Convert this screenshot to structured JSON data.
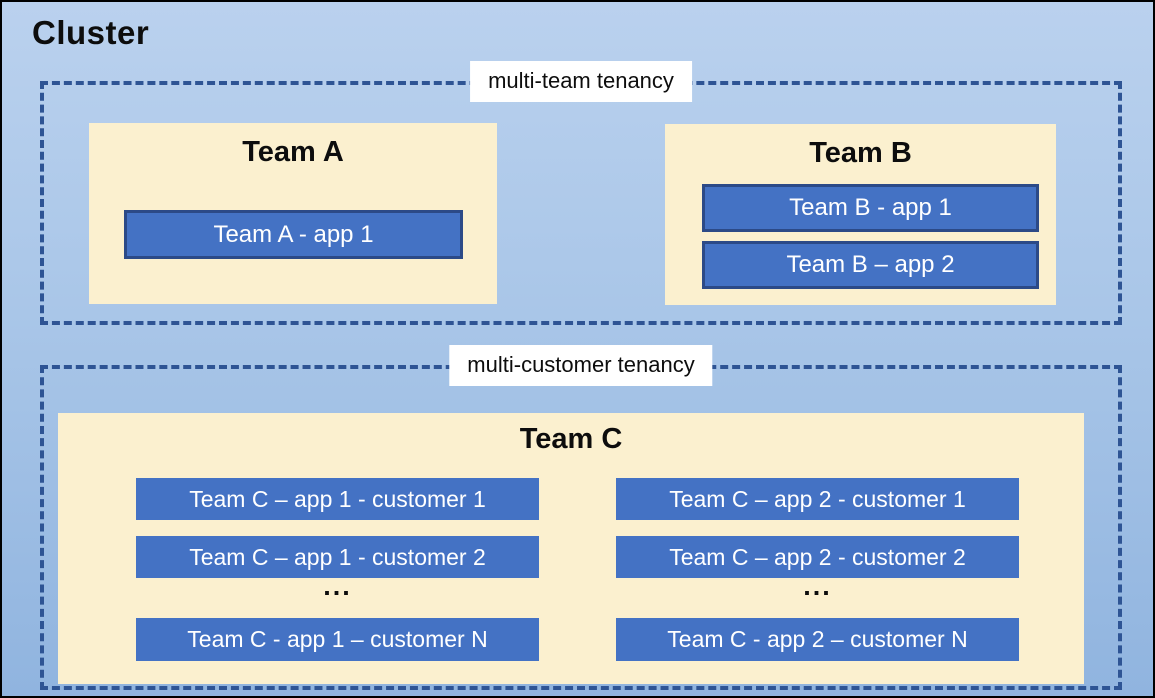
{
  "cluster": {
    "title": "Cluster"
  },
  "colors": {
    "background_blue_top": "#BAD1EE",
    "background_blue_bottom": "#90B4DF",
    "dashed_border_navy": "#2E5494",
    "team_box_cream": "#FBF0CF",
    "app_box_blue": "#4472C4",
    "app_box_border": "#2C4A87",
    "outer_border": "#000000",
    "label_background": "#FFFFFF",
    "app_text": "#FFFFFF",
    "title_text": "#0D0D0D"
  },
  "multi_team": {
    "label": "multi-team tenancy",
    "team_a": {
      "title": "Team A",
      "apps": [
        "Team A - app 1"
      ]
    },
    "team_b": {
      "title": "Team B",
      "apps": [
        "Team B - app 1",
        "Team B – app 2"
      ]
    }
  },
  "multi_customer": {
    "label": "multi-customer tenancy",
    "team_c": {
      "title": "Team C",
      "column_1": {
        "apps": [
          "Team C – app 1 - customer 1",
          "Team C – app 1 - customer 2"
        ],
        "ellipsis": "...",
        "app_n": "Team C - app 1 – customer N"
      },
      "column_2": {
        "apps": [
          "Team C – app 2 - customer 1",
          "Team C – app 2 - customer 2"
        ],
        "ellipsis": "...",
        "app_n": "Team C - app 2 – customer N"
      }
    }
  }
}
